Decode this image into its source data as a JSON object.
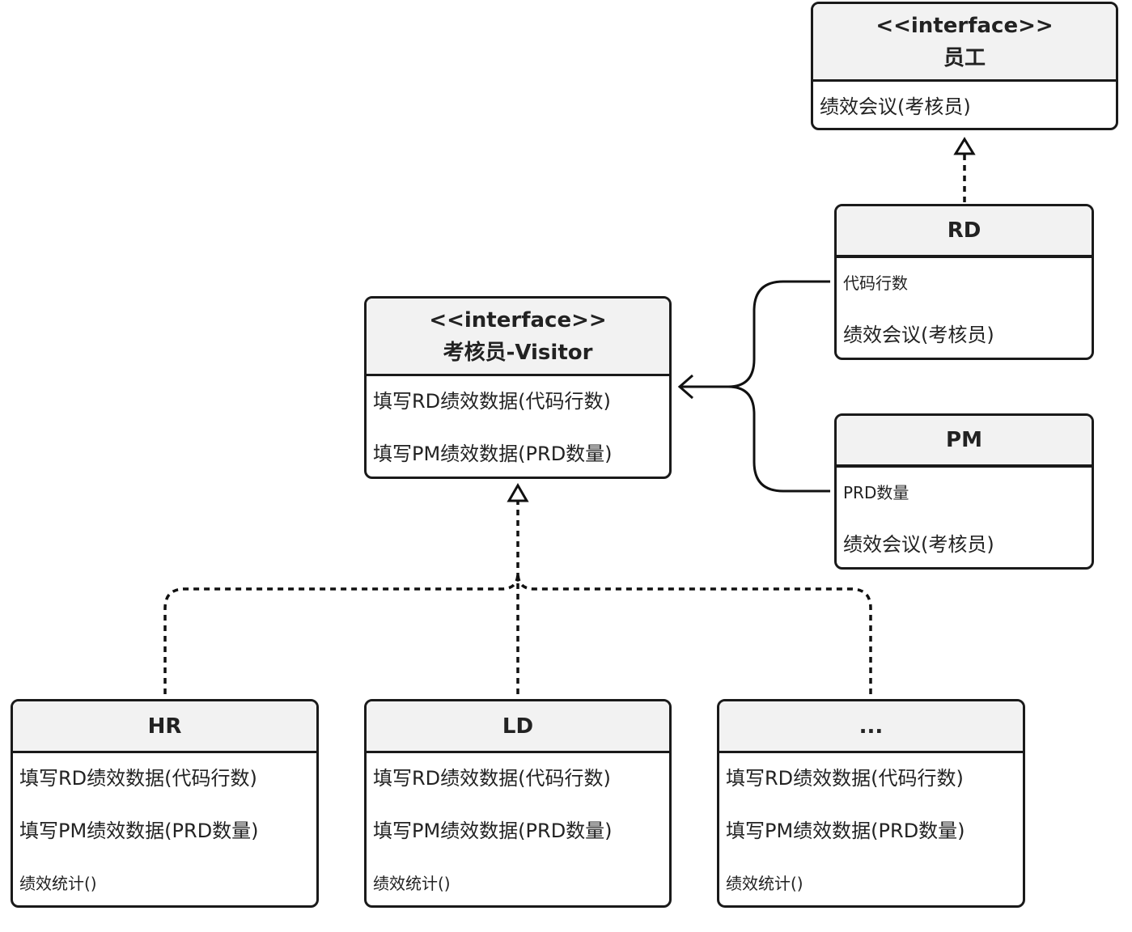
{
  "employee": {
    "stereotype": "<<interface>>",
    "name": "员工",
    "method": "绩效会议(考核员)"
  },
  "visitor": {
    "stereotype": "<<interface>>",
    "name": "考核员-Visitor",
    "methods": [
      "填写RD绩效数据(代码行数)",
      "填写PM绩效数据(PRD数量)"
    ]
  },
  "rd": {
    "name": "RD",
    "field": "代码行数",
    "method": "绩效会议(考核员)"
  },
  "pm": {
    "name": "PM",
    "field": "PRD数量",
    "method": "绩效会议(考核员)"
  },
  "visitors": [
    {
      "name": "HR",
      "methods": [
        "填写RD绩效数据(代码行数)",
        "填写PM绩效数据(PRD数量)",
        "绩效统计()"
      ]
    },
    {
      "name": "LD",
      "methods": [
        "填写RD绩效数据(代码行数)",
        "填写PM绩效数据(PRD数量)",
        "绩效统计()"
      ]
    },
    {
      "name": "...",
      "methods": [
        "填写RD绩效数据(代码行数)",
        "填写PM绩效数据(PRD数量)",
        "绩效统计()"
      ]
    }
  ]
}
